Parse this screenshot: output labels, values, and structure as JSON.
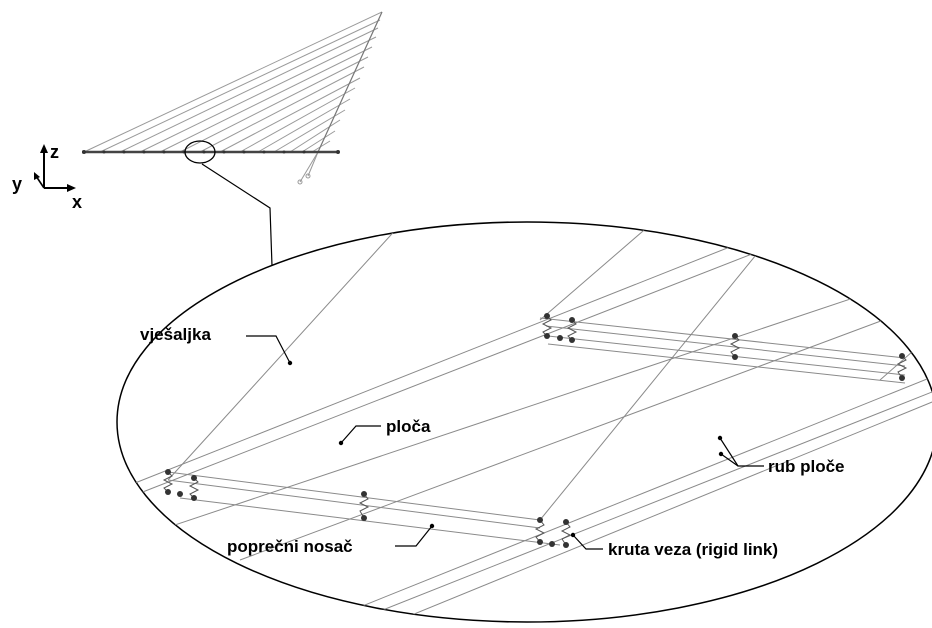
{
  "axes": {
    "z": "z",
    "y": "y",
    "x": "x"
  },
  "labels": {
    "hanger": "vješaljka",
    "slab": "ploča",
    "slab_edge": "rub ploče",
    "cross_beam": "poprečni nosač",
    "rigid_link": "kruta veza (rigid link)"
  }
}
